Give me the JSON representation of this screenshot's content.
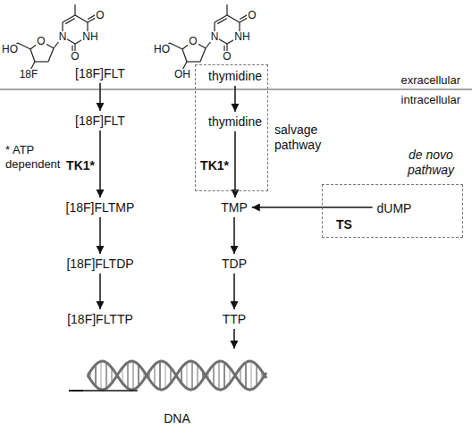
{
  "diagram": {
    "nodes": [
      {
        "text": [
          "[18F]FLT"
        ]
      },
      {
        "text": [
          "salvage pathway"
        ]
      },
      {
        "text": [
          "thymidine"
        ],
        "in": 1
      },
      {
        "text": [
          "[18F]FLT"
        ]
      },
      {
        "text": [
          "thymidine"
        ],
        "in": 1
      },
      {
        "text": [
          "de novo pathway"
        ]
      },
      {
        "text": [
          "dUMP"
        ],
        "in": 5
      },
      {
        "text": [
          "[18F]FLTMP"
        ]
      },
      {
        "text": [
          "TMP"
        ]
      },
      {
        "text": [
          "[18F]FLTDP"
        ]
      },
      {
        "text": [
          "TDP"
        ]
      },
      {
        "text": [
          "[18F]FLTTP"
        ]
      },
      {
        "text": [
          "TTP"
        ]
      },
      {
        "text": [
          "DNA"
        ]
      }
    ],
    "edges": [
      {
        "from": 0,
        "to": 3,
        "arrow": "to"
      },
      {
        "from": 2,
        "to": 4,
        "arrow": "to"
      },
      {
        "from": 3,
        "to": 7,
        "arrow": "to"
      },
      {
        "from": 4,
        "to": 8,
        "arrow": "to"
      },
      {
        "from": 6,
        "to": 8,
        "arrow": "to"
      },
      {
        "from": 7,
        "to": 9,
        "arrow": "to"
      },
      {
        "from": 8,
        "to": 10,
        "arrow": "to"
      },
      {
        "from": 9,
        "to": 11,
        "arrow": "to"
      },
      {
        "from": 10,
        "to": 12,
        "arrow": "to"
      },
      {
        "from": 11,
        "to": 13,
        "arrow": "none"
      },
      {
        "from": 12,
        "to": 13,
        "arrow": "to"
      }
    ],
    "labels": [
      "O",
      "NH",
      "O",
      "N",
      "O",
      "HO",
      "18F",
      "O",
      "NH",
      "O",
      "N",
      "O",
      "HO",
      "OH",
      "exracellular",
      "intracellular",
      "* ATP dependent",
      "TK1*",
      "TK1*",
      "TS"
    ]
  }
}
